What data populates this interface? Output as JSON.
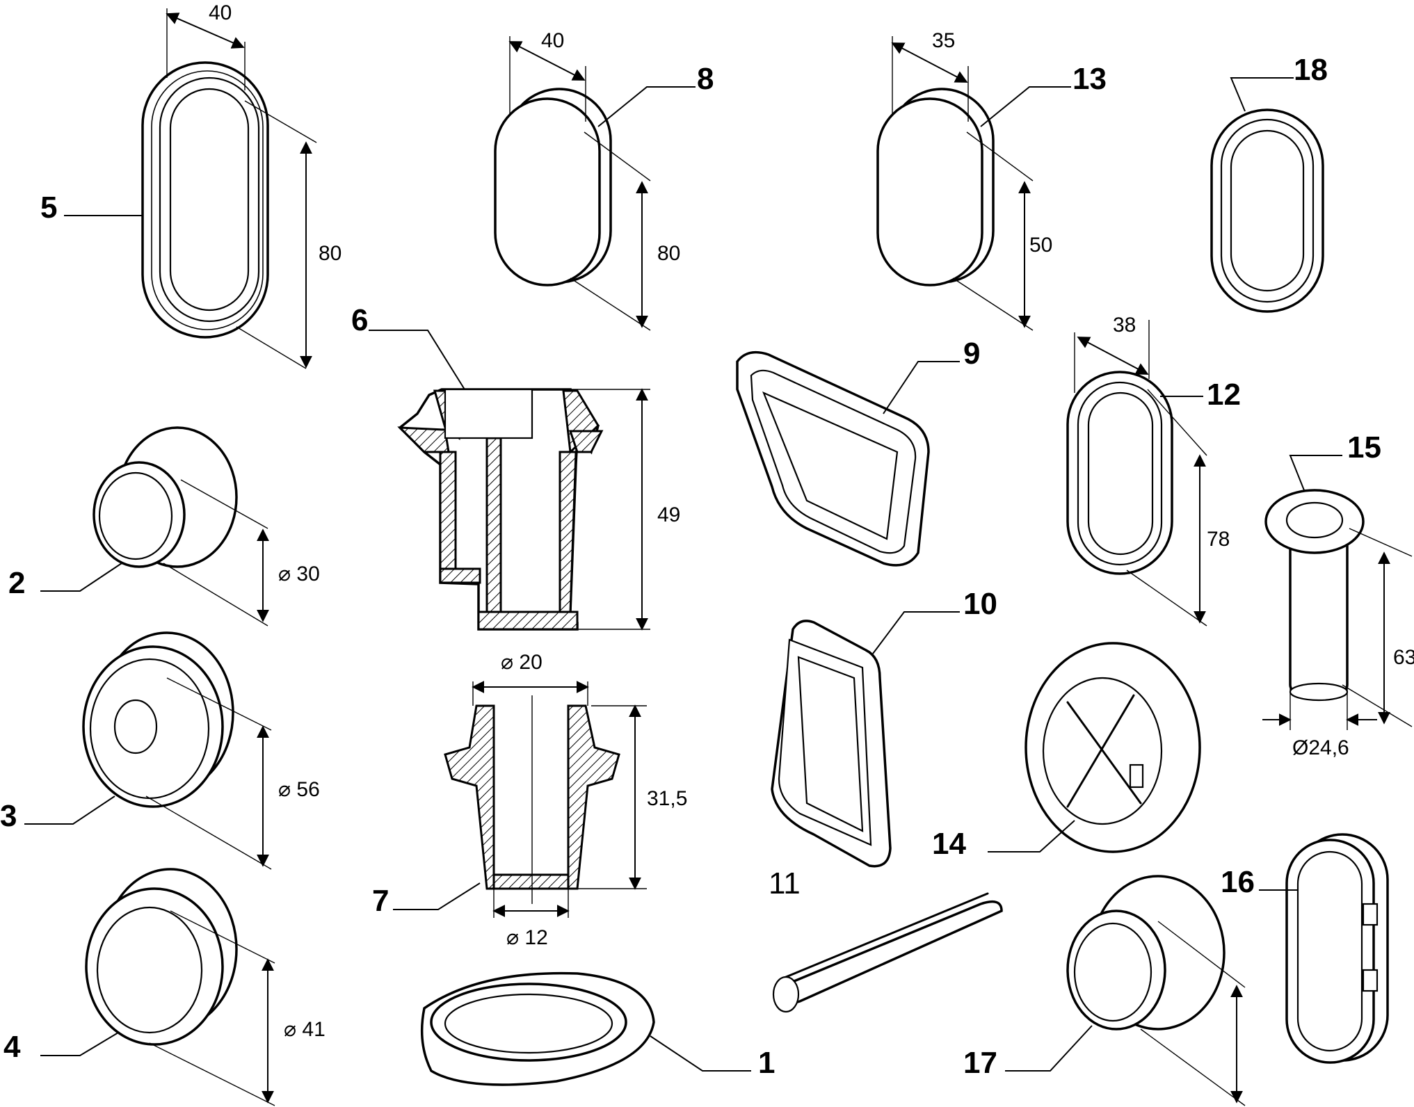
{
  "parts": [
    {
      "id": "1",
      "number": "1"
    },
    {
      "id": "2",
      "number": "2",
      "dimension": "⌀ 30"
    },
    {
      "id": "3",
      "number": "3",
      "dimension": "⌀ 56"
    },
    {
      "id": "4",
      "number": "4",
      "dimension": "⌀ 41"
    },
    {
      "id": "5",
      "number": "5",
      "width": "40",
      "height": "80"
    },
    {
      "id": "6",
      "number": "6",
      "height": "49"
    },
    {
      "id": "7",
      "number": "7",
      "top_diameter": "⌀ 20",
      "height": "31,5",
      "bottom_diameter": "⌀ 12"
    },
    {
      "id": "8",
      "number": "8",
      "width": "40",
      "height": "80"
    },
    {
      "id": "9",
      "number": "9"
    },
    {
      "id": "10",
      "number": "10"
    },
    {
      "id": "11",
      "number": "11"
    },
    {
      "id": "12",
      "number": "12",
      "width": "38",
      "height": "78"
    },
    {
      "id": "13",
      "number": "13",
      "width": "35",
      "height": "50"
    },
    {
      "id": "14",
      "number": "14"
    },
    {
      "id": "15",
      "number": "15",
      "height": "63",
      "diameter": "Ø24,6"
    },
    {
      "id": "16",
      "number": "16"
    },
    {
      "id": "17",
      "number": "17"
    },
    {
      "id": "18",
      "number": "18"
    }
  ]
}
